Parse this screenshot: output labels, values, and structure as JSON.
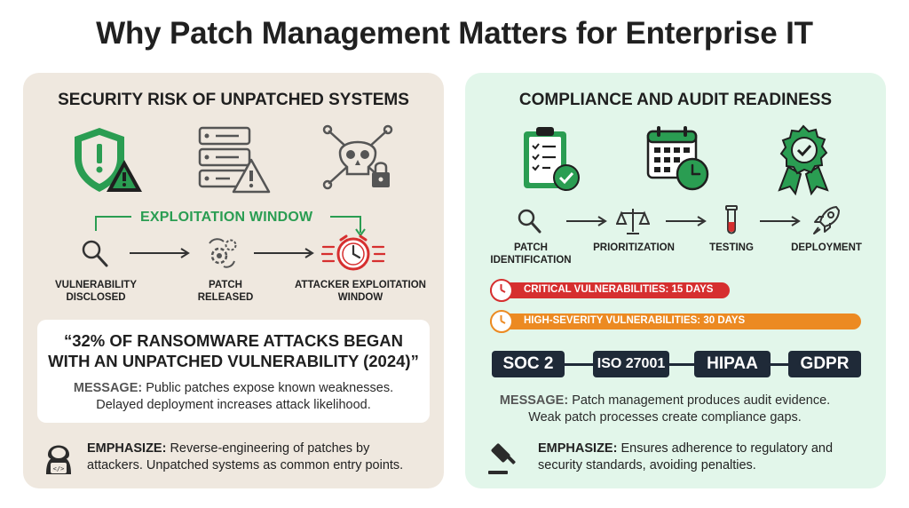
{
  "title": "Why Patch Management Matters for Enterprise IT",
  "left": {
    "heading": "SECURITY RISK OF UNPATCHED SYSTEMS",
    "icons": [
      "shield-warning-icon",
      "server-warning-icon",
      "skull-lock-icon"
    ],
    "exploitation_label": "EXPLOITATION WINDOW",
    "steps": [
      {
        "label_1": "VULNERABILITY",
        "label_2": "DISCLOSED",
        "icon": "magnifier-icon"
      },
      {
        "label_1": "PATCH",
        "label_2": "RELEASED",
        "icon": "gears-icon"
      },
      {
        "label_1": "ATTACKER EXPLOITATION",
        "label_2": "WINDOW",
        "icon": "alarm-clock-icon"
      }
    ],
    "quote_1": "“32% OF RANSOMWARE ATTACKS BEGAN",
    "quote_2": "WITH AN UNPATCHED VULNERABILITY (2024)”",
    "message_label": "MESSAGE:",
    "message_1": "Public patches expose known weaknesses.",
    "message_2": "Delayed deployment increases attack likelihood.",
    "emphasize_label": "EMPHASIZE:",
    "emphasize_1": "Reverse-engineering of patches by",
    "emphasize_2": "attackers. Unpatched systems as common entry points."
  },
  "right": {
    "heading": "COMPLIANCE AND AUDIT READINESS",
    "icons": [
      "checklist-icon",
      "calendar-clock-icon",
      "award-badge-icon"
    ],
    "steps": [
      {
        "label_1": "PATCH",
        "label_2": "IDENTIFICATION",
        "icon": "magnifier-icon"
      },
      {
        "label_1": "PRIORITIZATION",
        "label_2": "",
        "icon": "scales-icon"
      },
      {
        "label_1": "TESTING",
        "label_2": "",
        "icon": "test-tube-icon"
      },
      {
        "label_1": "DEPLOYMENT",
        "label_2": "",
        "icon": "rocket-icon"
      }
    ],
    "bars": [
      {
        "text": "CRITICAL VULNERABILITIES: 15 DAYS",
        "color": "#d62f2f"
      },
      {
        "text": "HIGH-SEVERITY VULNERABILITIES: 30 DAYS",
        "color": "#ec8a22"
      }
    ],
    "standards": [
      "SOC 2",
      "ISO 27001",
      "HIPAA",
      "GDPR"
    ],
    "message_label": "MESSAGE:",
    "message_1": "Patch management produces audit evidence.",
    "message_2": "Weak patch processes create compliance gaps.",
    "emphasize_label": "EMPHASIZE:",
    "emphasize_1": "Ensures adherence to regulatory and",
    "emphasize_2": "security standards, avoiding penalties."
  },
  "colors": {
    "green": "#2a9d52",
    "red": "#d62f2f",
    "orange": "#ec8a22",
    "navy": "#1f2a38"
  }
}
